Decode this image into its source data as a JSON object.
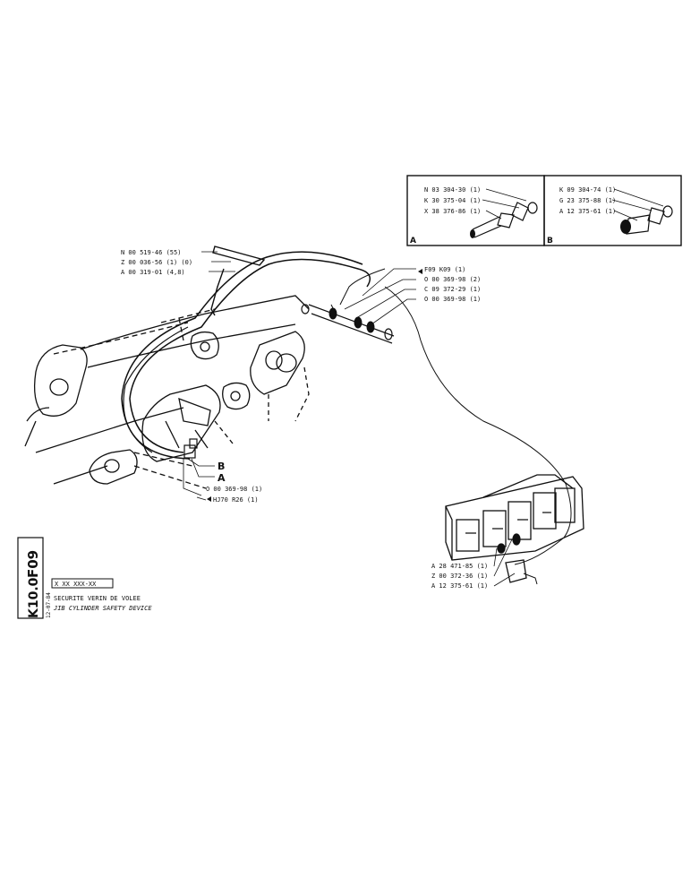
{
  "detail_box": {
    "left": {
      "letter": "A",
      "parts": [
        "N 03 304-30 (1)",
        "K 30 375-04 (1)",
        "X 38 376-86 (1)"
      ]
    },
    "right": {
      "letter": "B",
      "parts": [
        "K 09 304-74 (1)",
        "G 23 375-88 (1)",
        "A 12 375-61 (1)"
      ]
    }
  },
  "callouts_left": [
    "N 00 519-46 (55)",
    "Z 00 036-56 (1) (0)",
    "A 00 319-01 (4,8)"
  ],
  "callouts_valve": [
    "F09  K09 (1)",
    "O 00 369-98 (2)",
    "C 09 372-29 (1)",
    "O 00 369-98 (1)"
  ],
  "callouts_bottom": [
    "O 00 369-98 (1)",
    "HJ70  R26 (1)"
  ],
  "callouts_block": [
    "A 28 471-85 (1)",
    "Z 00 372-36 (1)",
    "A 12 375-61 (1)"
  ],
  "markers": {
    "b": "B",
    "a": "A"
  },
  "title_block": {
    "code_line1": "F09",
    "code_line2": "K10.0",
    "ref": "X  XX  XXX-XX",
    "date": "12-07-84",
    "title_fr": "SECURITE VERIN DE VOLEE",
    "title_en": "JIB CYLINDER SAFETY DEVICE"
  }
}
